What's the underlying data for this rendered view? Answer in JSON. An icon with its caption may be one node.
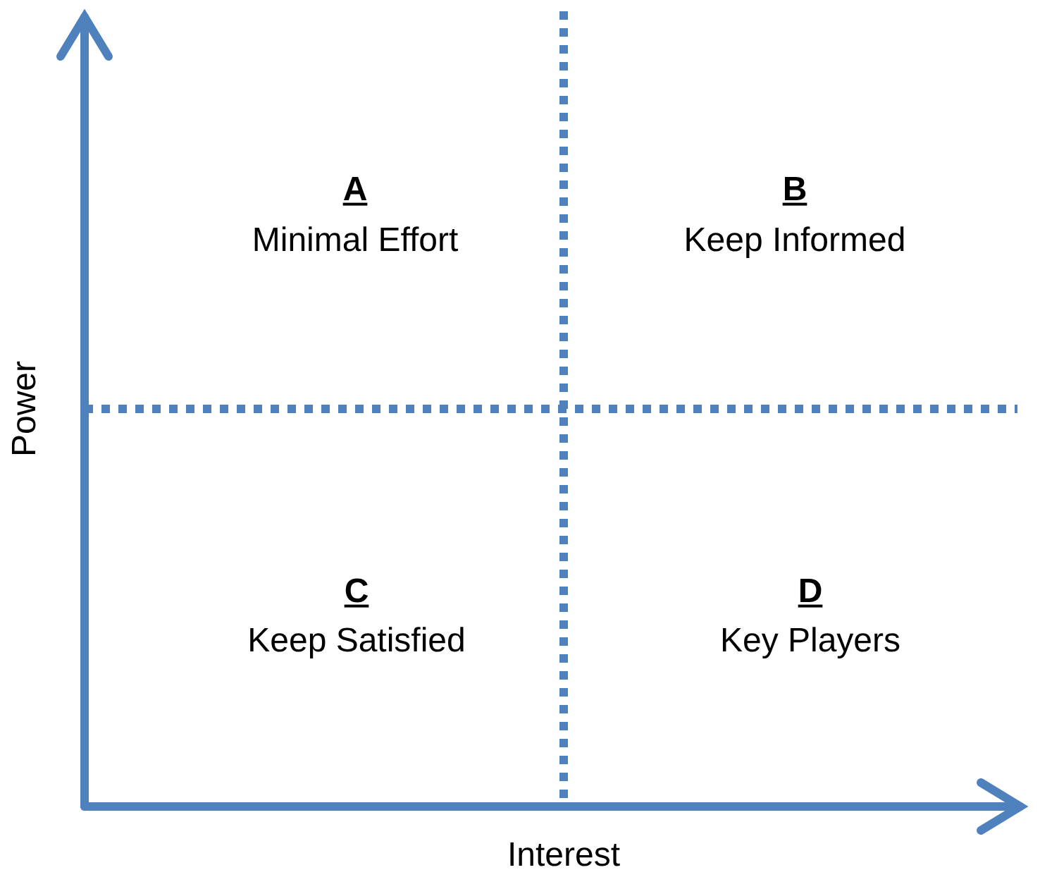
{
  "diagram": {
    "labels": [
      "A",
      "Minimal Effort",
      "B",
      "Keep Informed",
      "Power",
      "C",
      "Keep Satisfied",
      "D",
      "Key Players",
      "Interest"
    ]
  }
}
